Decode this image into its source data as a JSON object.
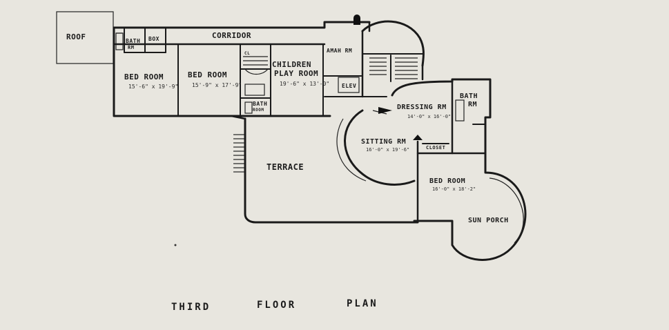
{
  "plan": {
    "title": [
      "THIRD",
      "FLOOR",
      "PLAN"
    ],
    "rooms": {
      "roof": "ROOF",
      "bath1": [
        "BATH",
        "RM"
      ],
      "box": "BOX",
      "corridor": "CORRIDOR",
      "bedroom1": {
        "name": "BED ROOM",
        "dim": "15'-6\" x 19'-9\""
      },
      "bedroom2": {
        "name": "BED ROOM",
        "dim": "15'-9\" x 17'-9\""
      },
      "cl": "CL",
      "playroom": {
        "name": [
          "CHILDREN",
          "PLAY ROOM"
        ],
        "dim": "19'-6\" x 13'-0\""
      },
      "amah": "AMAH RM",
      "bath2": [
        "BATH",
        "ROOM"
      ],
      "elev": "ELEV",
      "dressing": {
        "name": "DRESSING RM",
        "dim": "14'-0\" x 16'-0\""
      },
      "bath3": [
        "BATH",
        "RM"
      ],
      "sitting": {
        "name": "SITTING RM",
        "dim": "16'-0\" x 19'-6\""
      },
      "closet": "CLOSET",
      "terrace": "TERRACE",
      "bedroom3": {
        "name": "BED ROOM",
        "dim": "16'-0\" x 18'-2\""
      },
      "sunporch": "SUN PORCH"
    }
  }
}
